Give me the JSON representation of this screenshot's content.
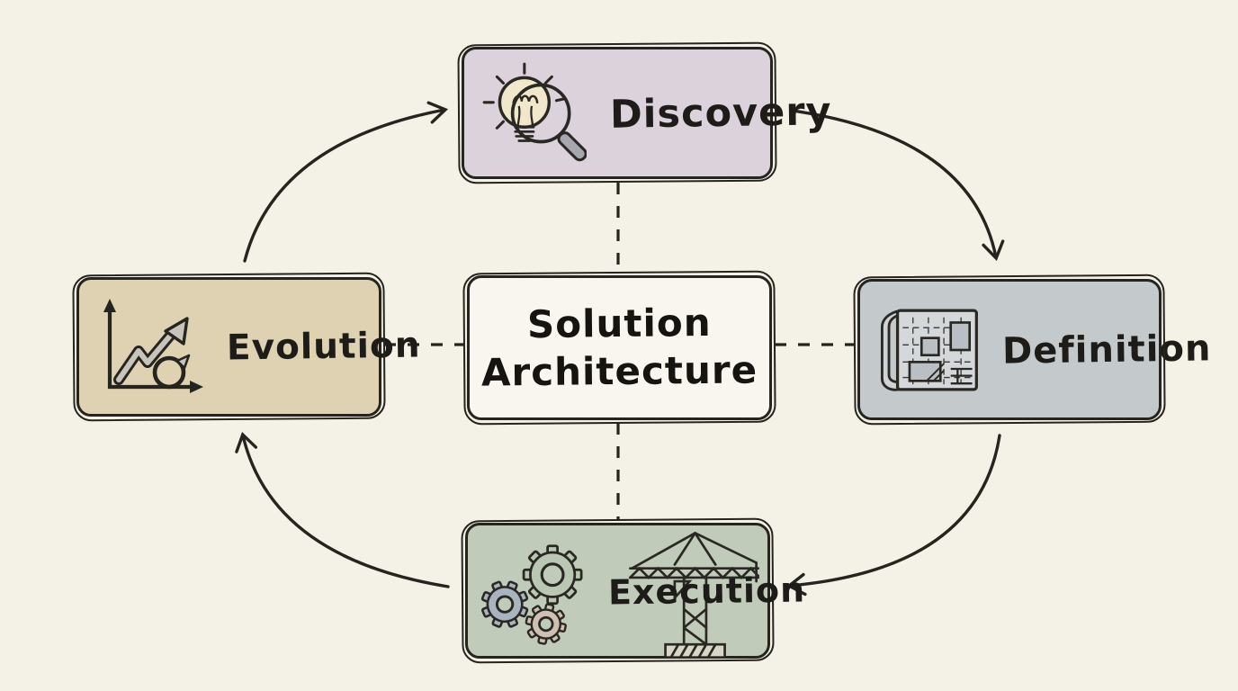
{
  "diagram": {
    "title": "Solution Architecture cycle",
    "center": {
      "line1": "Solution",
      "line2": "Architecture",
      "fill": "#f8f6ee"
    },
    "nodes": [
      {
        "id": "discovery",
        "label": "Discovery",
        "fill": "#dcd2db",
        "icon": "lightbulb-magnifier-icon",
        "position": "top"
      },
      {
        "id": "definition",
        "label": "Definition",
        "fill": "#c4c9cb",
        "icon": "blueprint-icon",
        "position": "right"
      },
      {
        "id": "execution",
        "label": "Execution",
        "fill": "#c0cbba",
        "icon": "gears-and-crane-icon",
        "position": "bottom"
      },
      {
        "id": "evolution",
        "label": "Evolution",
        "fill": "#ded2b2",
        "icon": "growth-chart-refresh-icon",
        "position": "left"
      }
    ],
    "edges": [
      {
        "from": "evolution",
        "to": "discovery",
        "style": "curved-solid-arrow"
      },
      {
        "from": "discovery",
        "to": "definition",
        "style": "curved-solid-arrow"
      },
      {
        "from": "definition",
        "to": "execution",
        "style": "curved-solid-arrow"
      },
      {
        "from": "execution",
        "to": "evolution",
        "style": "curved-solid-arrow"
      },
      {
        "from": "center",
        "to": "discovery",
        "style": "dashed"
      },
      {
        "from": "center",
        "to": "definition",
        "style": "dashed"
      },
      {
        "from": "center",
        "to": "execution",
        "style": "dashed"
      },
      {
        "from": "center",
        "to": "evolution",
        "style": "dashed"
      }
    ],
    "colors": {
      "background": "#f4f1e6",
      "ink": "#26241f",
      "discovery_fill": "#dcd2db",
      "definition_fill": "#c4c9cb",
      "execution_fill": "#c0cbba",
      "evolution_fill": "#ded2b2",
      "center_fill": "#f8f6ee"
    }
  }
}
